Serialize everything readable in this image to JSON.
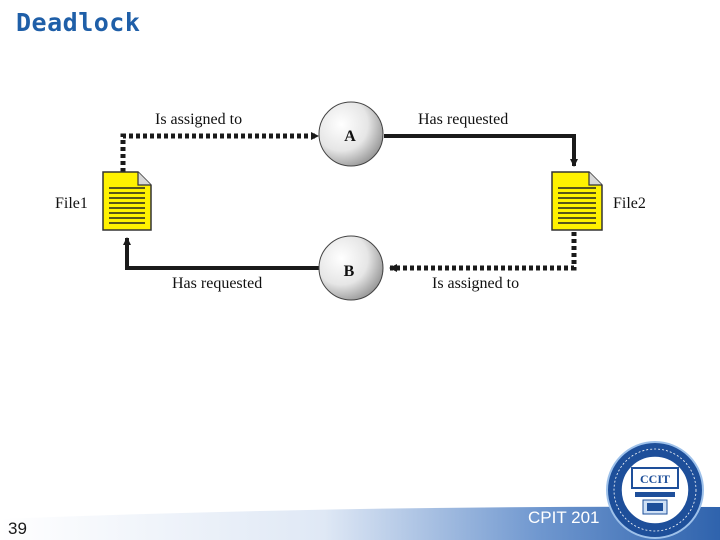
{
  "slide": {
    "title": "Deadlock",
    "page_number": "39",
    "course": "CPIT 201"
  },
  "diagram": {
    "process_a": "A",
    "process_b": "B",
    "file1": "File1",
    "file2": "File2",
    "edge_file1_to_a": "Is assigned to",
    "edge_a_to_file2": "Has requested",
    "edge_file2_to_b": "Is assigned to",
    "edge_b_to_file1": "Has requested"
  },
  "logo": {
    "text": "CCIT"
  },
  "colors": {
    "title": "#1f5fa8",
    "file_fill": "#fff200",
    "footer": "#3b6fb6"
  }
}
